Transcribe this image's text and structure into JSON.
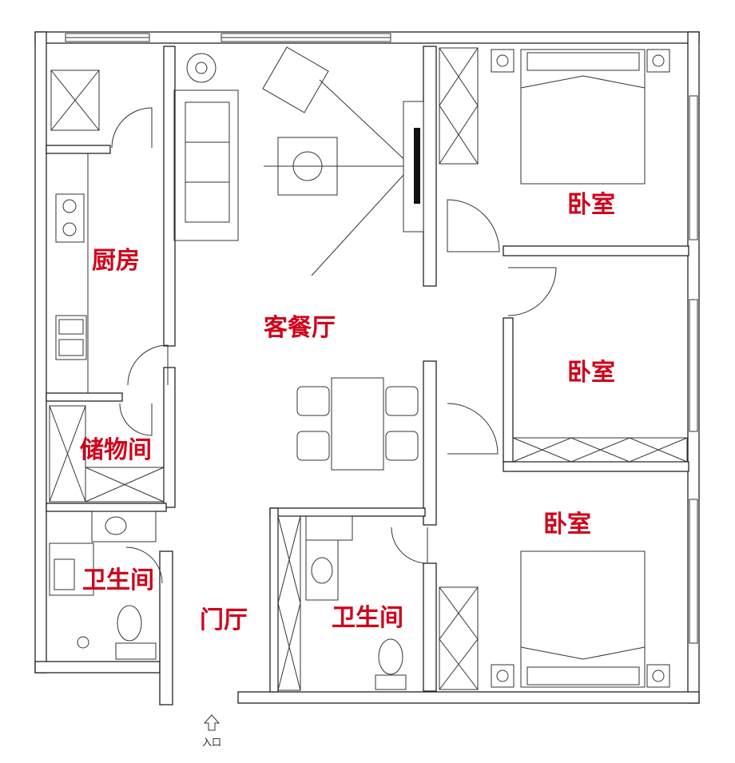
{
  "rooms": {
    "kitchen": "厨房",
    "living_dining": "客餐厅",
    "bedroom_1": "卧室",
    "bedroom_2": "卧室",
    "bedroom_3": "卧室",
    "storage": "储物间",
    "bathroom_1": "卫生间",
    "foyer": "门厅",
    "bathroom_2": "卫生间"
  },
  "entrance": {
    "label": "入口",
    "icon": "arrow-up-icon"
  },
  "colors": {
    "label": "#d0021b",
    "lines": "#222222"
  }
}
